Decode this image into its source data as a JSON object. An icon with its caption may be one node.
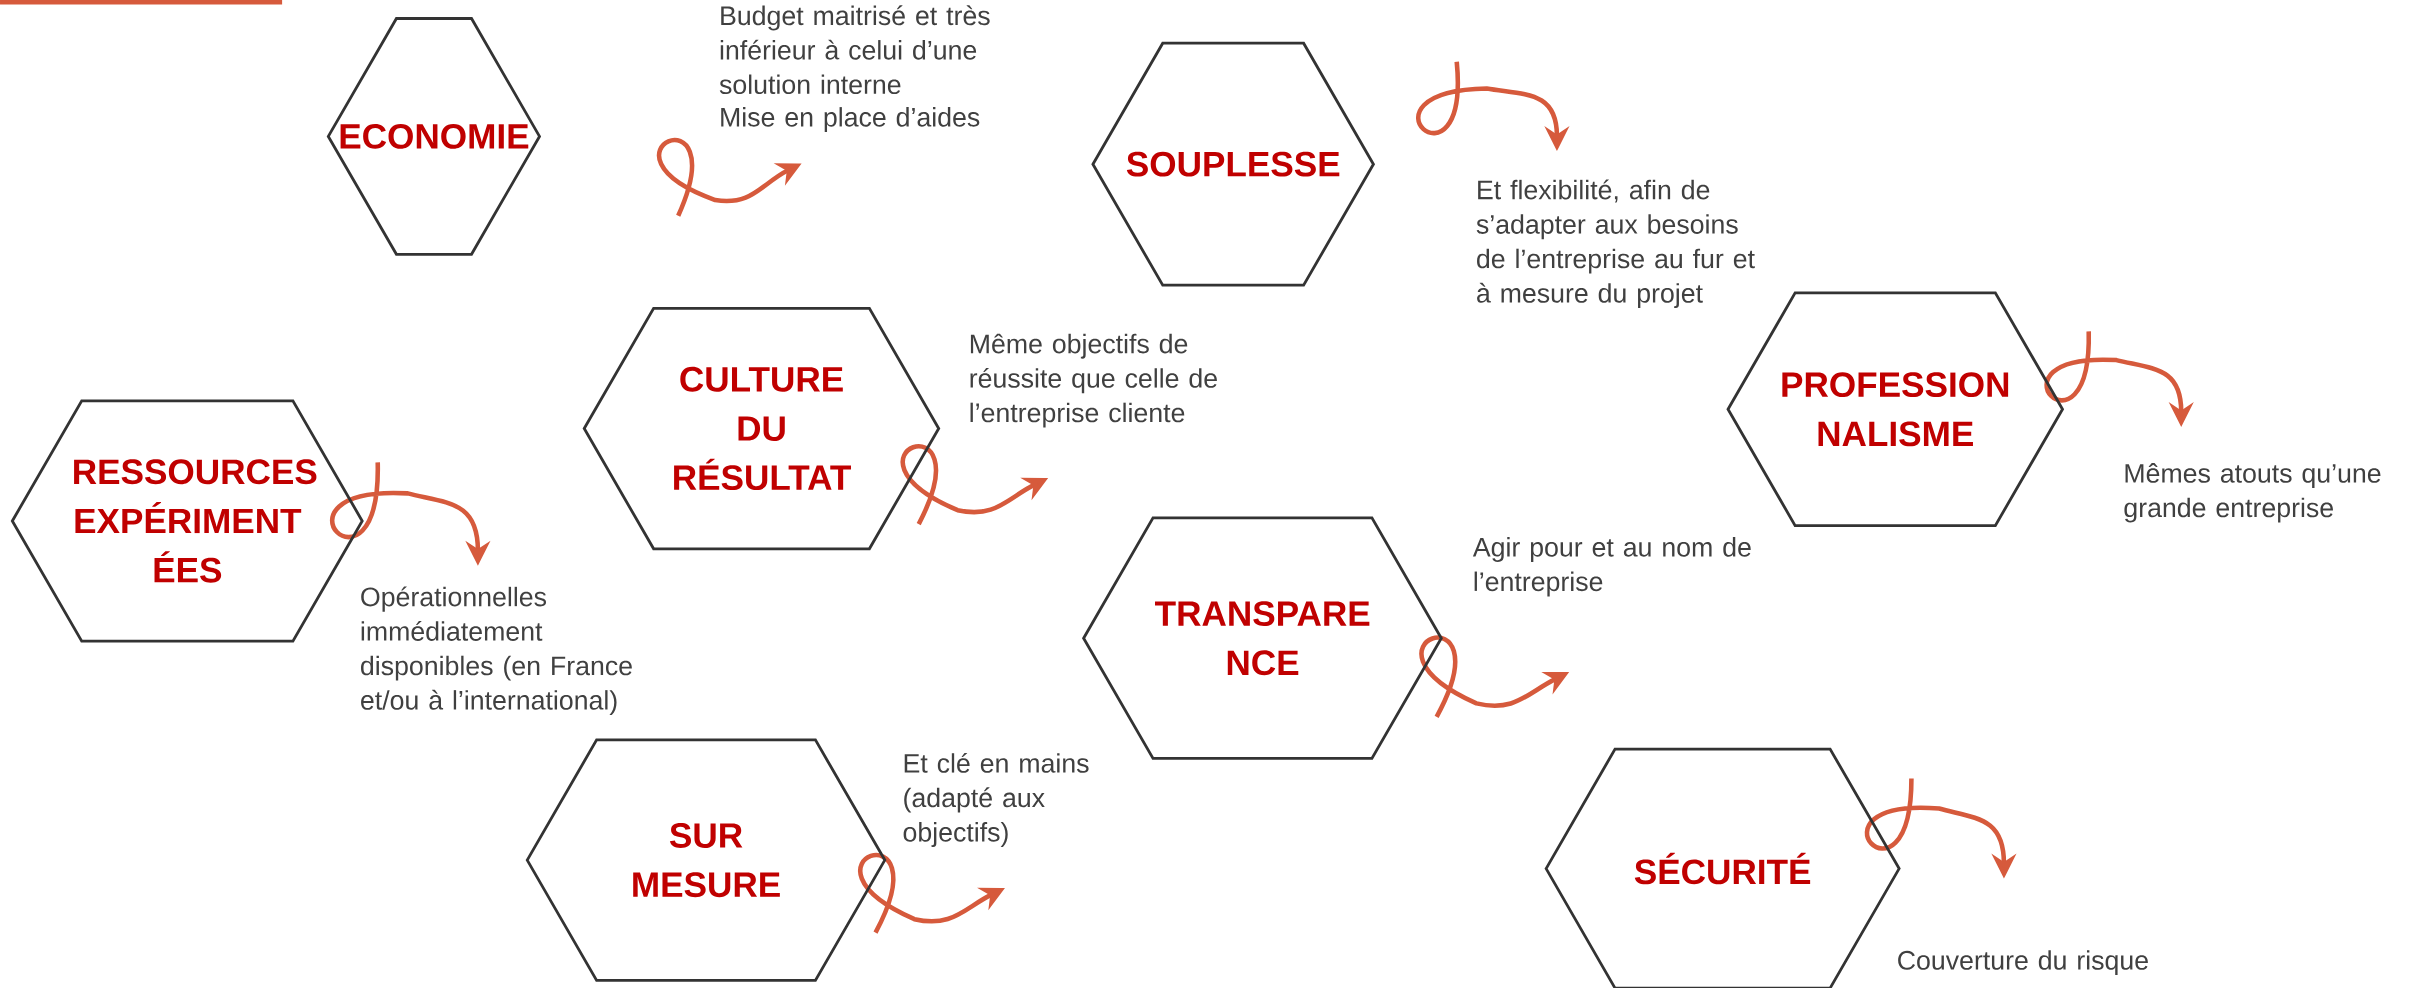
{
  "diagram": {
    "nodes": [
      {
        "text": [
          "ECONOMIE"
        ]
      },
      {
        "text": [
          "SOUPLESSE"
        ]
      },
      {
        "text": [
          "CULTURE DU RÉSULTAT"
        ]
      },
      {
        "text": [
          "PROFESSION NALISME"
        ]
      },
      {
        "text": [
          "RESSOURCES EXPÉRIMENT ÉES"
        ]
      },
      {
        "text": [
          "TRANSPARE NCE"
        ]
      },
      {
        "text": [
          "SUR MESURE"
        ]
      },
      {
        "text": [
          "SÉCURITÉ"
        ]
      }
    ],
    "labels": [
      "Budget maitrisé et très inférieur à celui d’une solution interne",
      "Mise en place d’aides",
      "Et flexibilité, afin de s’adapter aux besoins de l’entreprise au fur et à mesure du projet",
      "Même objectifs de réussite que celle de l’entreprise cliente",
      "Mêmes atouts qu’une grande entreprise",
      "Agir pour et au nom de l’entreprise",
      "Opérationnelles immédiatement disponibles (en France et/ou à l’international)",
      "Et clé en mains (adapté aux objectifs)",
      "Couverture du risque"
    ]
  }
}
